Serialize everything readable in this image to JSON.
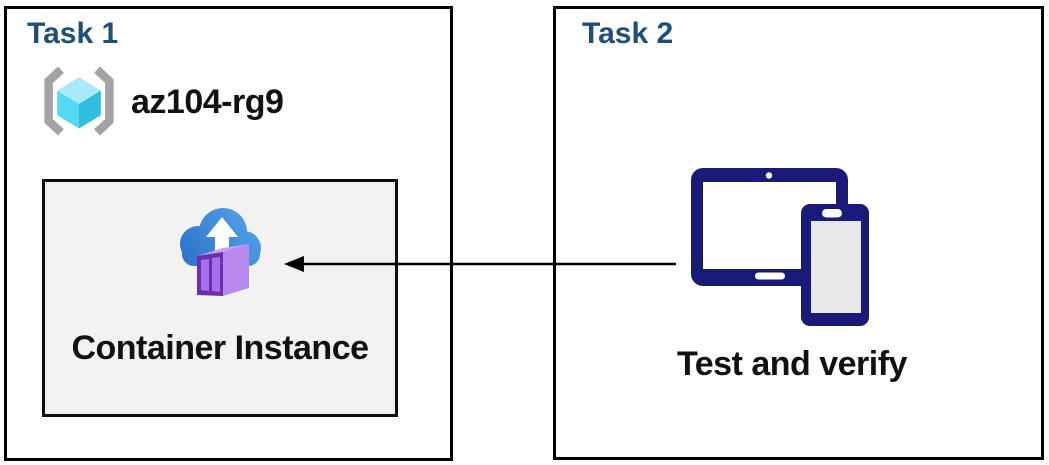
{
  "diagram": {
    "task1": {
      "title": "Task 1",
      "resource_group": {
        "icon": "resource-group-icon",
        "name": "az104-rg9"
      },
      "container_card": {
        "icon": "container-instance-icon",
        "label": "Container Instance"
      }
    },
    "task2": {
      "title": "Task 2",
      "devices": {
        "icon": "devices-icon",
        "label": "Test and verify"
      }
    },
    "connection": {
      "type": "arrow",
      "direction": "right-to-left",
      "from": "devices-icon",
      "to": "container-instance-icon"
    }
  },
  "colors": {
    "title_blue": "#1F4E79",
    "box_border": "#000000",
    "inner_card_bg": "#F2F2F2",
    "device_navy": "#1A1A78",
    "device_screen_gray": "#E8E8E8",
    "cloud_blue_dark": "#2B71C9",
    "cloud_blue_light": "#55A6EA",
    "container_front_frame": "#6D2EB0",
    "container_front_panel": "#A571E8",
    "container_side": "#B88AF0",
    "container_top": "#C8A2F4",
    "cube_top": "#A9EAF8",
    "cube_left": "#55D9F2",
    "cube_right": "#2FBEDE",
    "bracket_gray": "#A3A3A3",
    "arrow_black": "#000000"
  }
}
